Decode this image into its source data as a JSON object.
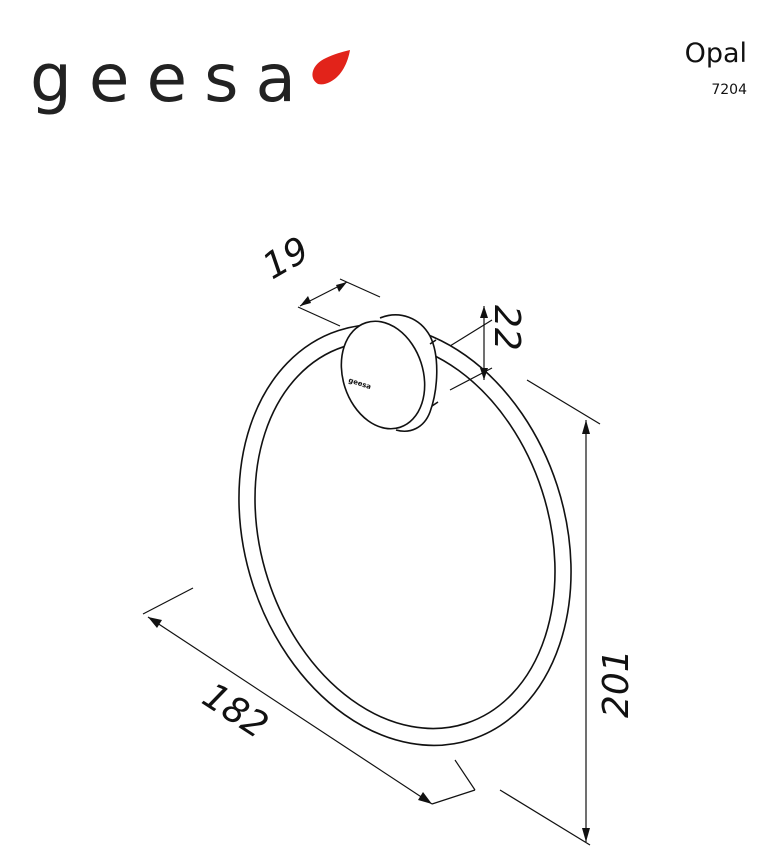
{
  "brand": {
    "name": "geesa",
    "accent_color": "#e2231a"
  },
  "product": {
    "name": "Opal",
    "code": "7204"
  },
  "dimensions": {
    "width": "182",
    "height": "201",
    "depth": "19",
    "rosette": "22"
  },
  "base_logo_text": "geesa"
}
